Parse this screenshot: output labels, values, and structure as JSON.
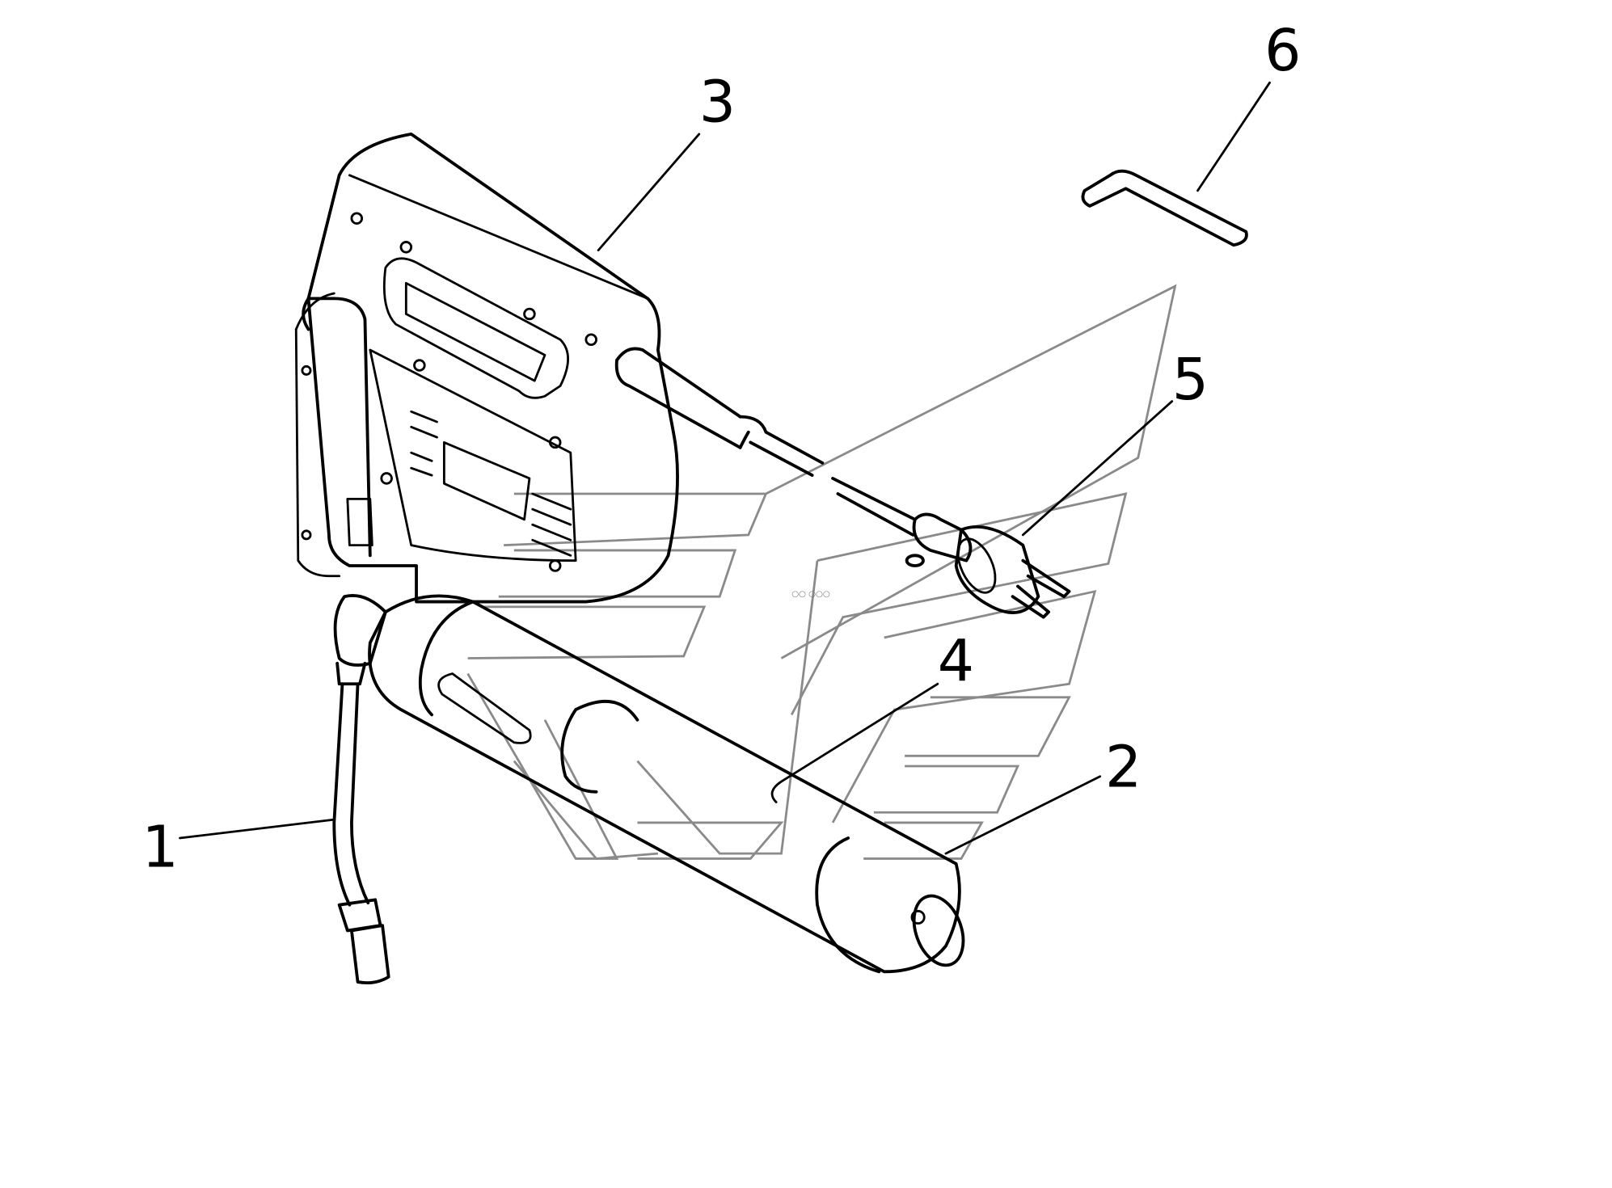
{
  "diagram": {
    "callouts": [
      {
        "id": "1",
        "label": "1"
      },
      {
        "id": "2",
        "label": "2"
      },
      {
        "id": "3",
        "label": "3"
      },
      {
        "id": "4",
        "label": "4"
      },
      {
        "id": "5",
        "label": "5"
      },
      {
        "id": "6",
        "label": "6"
      }
    ],
    "watermark_text": "○○ ○○○"
  }
}
